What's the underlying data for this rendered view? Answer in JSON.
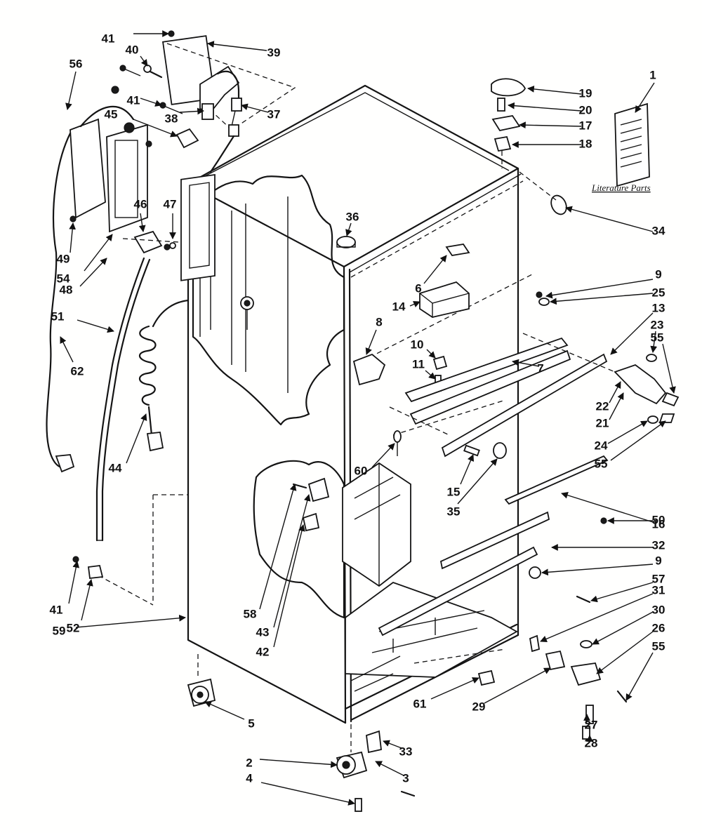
{
  "diagram": {
    "literature_label": "Literature Parts",
    "callouts": [
      "1",
      "2",
      "3",
      "4",
      "5",
      "6",
      "7",
      "8",
      "9",
      "9",
      "10",
      "11",
      "13",
      "14",
      "15",
      "16",
      "17",
      "18",
      "19",
      "20",
      "21",
      "22",
      "23",
      "24",
      "25",
      "26",
      "27",
      "28",
      "29",
      "30",
      "31",
      "32",
      "33",
      "34",
      "35",
      "36",
      "37",
      "38",
      "39",
      "40",
      "41",
      "41",
      "41",
      "42",
      "43",
      "44",
      "45",
      "46",
      "47",
      "48",
      "49",
      "50",
      "51",
      "52",
      "54",
      "55",
      "55",
      "55",
      "56",
      "57",
      "58",
      "59",
      "60",
      "61",
      "62"
    ]
  }
}
